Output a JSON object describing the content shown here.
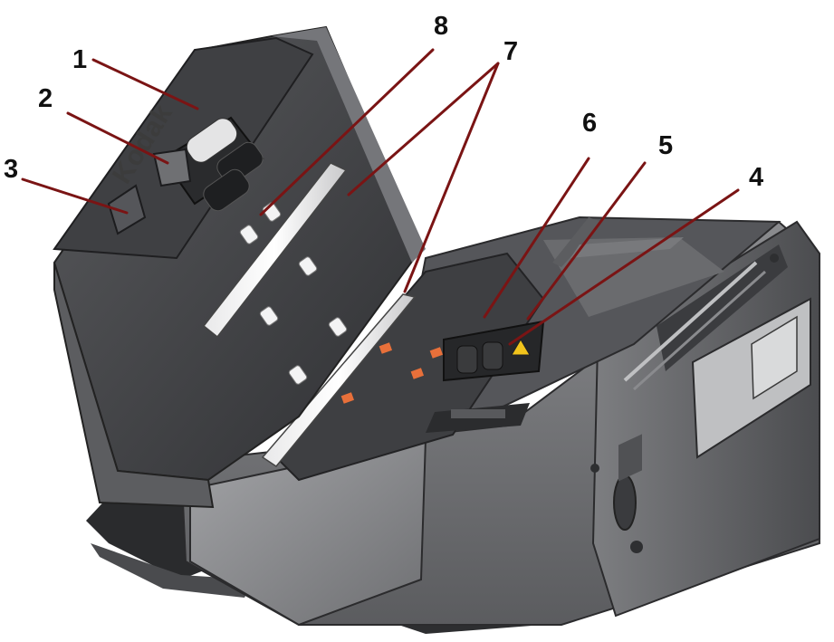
{
  "figure": {
    "brand_label": "Kodak",
    "callouts": [
      {
        "number": "1",
        "part": "leader-1"
      },
      {
        "number": "2",
        "part": "leader-2"
      },
      {
        "number": "3",
        "part": "leader-3"
      },
      {
        "number": "4",
        "part": "leader-4"
      },
      {
        "number": "5",
        "part": "leader-5"
      },
      {
        "number": "6",
        "part": "leader-6"
      },
      {
        "number": "7",
        "part": "leader-7"
      },
      {
        "number": "8",
        "part": "leader-8"
      }
    ],
    "colors": {
      "leader": "#7a1414",
      "body_dark": "#3d3e41",
      "body_mid": "#6c6d70",
      "body_light": "#9a9b9e",
      "accent_orange": "#e8703a",
      "warning_yellow": "#f2c41c"
    }
  }
}
